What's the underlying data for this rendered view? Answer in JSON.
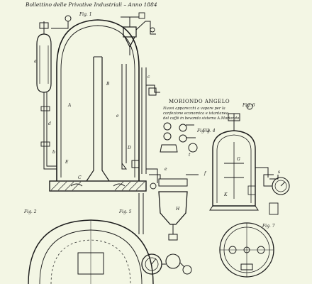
{
  "header": {
    "text": "Bollettino delle Privative Industriali – Anno 1884"
  },
  "label_block": {
    "name": "MORIONDO ANGELO",
    "lines": [
      "Nuovi apparecchi a vapore per la",
      "confezione economica e istantanea",
      "del caffè in bevanda sistema A.Moriondo"
    ]
  },
  "figure_labels": {
    "fig1": "Fig. 1",
    "fig2": "Fig. 2",
    "fig3": "Fig. 3",
    "fig4": "Fig. 4",
    "fig5": "Fig. 5",
    "fig6": "Fig. 6",
    "fig7": "Fig. 7"
  },
  "part_letters": [
    "A",
    "B",
    "C",
    "D",
    "E",
    "F",
    "G",
    "H",
    "K",
    "a",
    "b",
    "c",
    "d",
    "e",
    "f",
    "s",
    "t"
  ],
  "colors": {
    "paper": "#f3f6e4",
    "ink": "#1b1b1b"
  }
}
